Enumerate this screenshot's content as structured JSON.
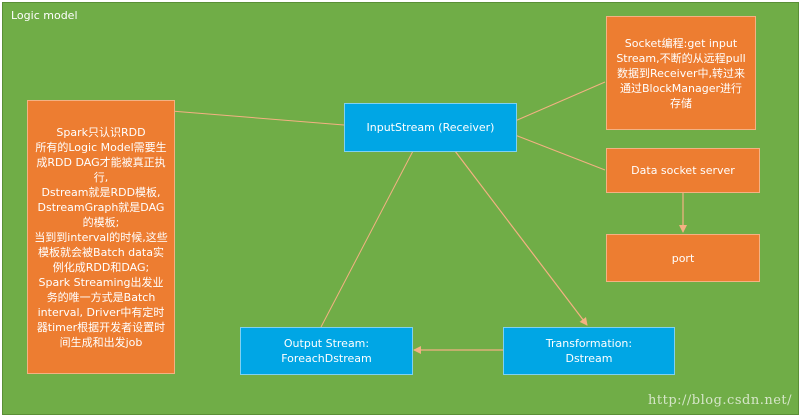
{
  "title": "Logic model",
  "watermark": "http://blog.csdn.net/",
  "nodes": {
    "spark_note": "Spark只认识RDD\n所有的Logic Model需要生成RDD DAG才能被真正执行,\nDstream就是RDD模板,\nDstreamGraph就是DAG的模板;\n当到到interval的时候,这些模板就会被Batch data实例化成RDD和DAG;\nSpark Streaming出发业务的唯一方式是Batch interval, Driver中有定时器timer根据开发者设置时间生成和出发job",
    "input_stream": "InputStream (Receiver)",
    "socket_note": "Socket编程:get input Stream,不断的从远程pull数据到Receiver中,转过来通过BlockManager进行存储",
    "data_socket_server": "Data socket server",
    "port": "port",
    "output_stream": "Output Stream:\nForeachDstream",
    "transformation": "Transformation:\nDstream"
  },
  "colors": {
    "background": "#70ad47",
    "orange": "#ed7d31",
    "blue": "#00a6e5",
    "connector": "#f4b183"
  }
}
